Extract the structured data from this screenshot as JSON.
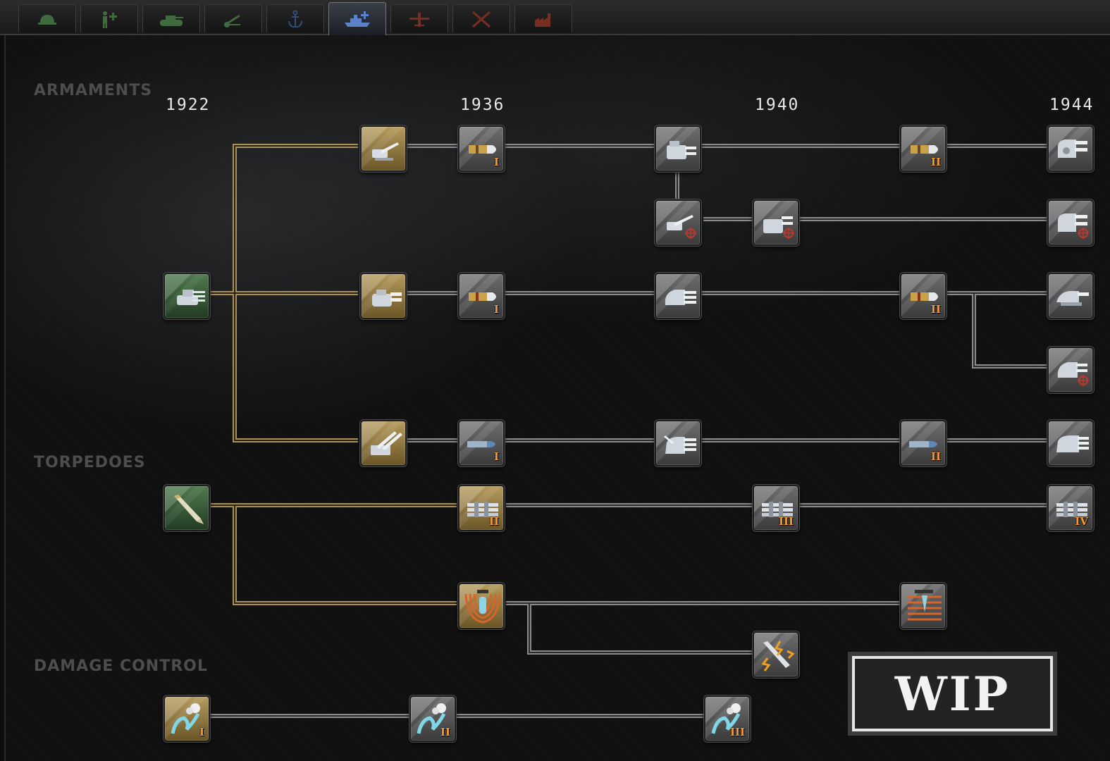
{
  "tabs": [
    {
      "icon": "infantry-helmet-icon",
      "color": "#3f6b3f"
    },
    {
      "icon": "support-soldier-icon",
      "color": "#3f6b3f"
    },
    {
      "icon": "tank-icon",
      "color": "#3f6b3f"
    },
    {
      "icon": "artillery-icon",
      "color": "#3f6b3f"
    },
    {
      "icon": "anchor-icon",
      "color": "#2f4f7a"
    },
    {
      "icon": "naval-ship-icon",
      "color": "#5b82c9",
      "active": true
    },
    {
      "icon": "aircraft-icon",
      "color": "#7a2e22"
    },
    {
      "icon": "crossed-tools-icon",
      "color": "#7a2e22"
    },
    {
      "icon": "industry-icon",
      "color": "#7a2e22"
    }
  ],
  "years": [
    "1922",
    "1936",
    "1940",
    "1944"
  ],
  "categories": {
    "armaments": "ARMAMENTS",
    "torpedoes": "TORPEDOES",
    "damage_control": "DAMAGE CONTROL"
  },
  "nodes": [
    {
      "id": "basic-battery",
      "state": "researched-root",
      "icon": "turret-icon",
      "level": ""
    },
    {
      "id": "light-gun",
      "state": "researched",
      "icon": "light-gun-icon",
      "level": ""
    },
    {
      "id": "light-shell-1",
      "state": "available",
      "icon": "shell-icon",
      "level": "I"
    },
    {
      "id": "light-gun-2",
      "state": "available",
      "icon": "light-turret-icon",
      "level": ""
    },
    {
      "id": "light-shell-2",
      "state": "available",
      "icon": "shell-icon",
      "level": "II"
    },
    {
      "id": "light-gun-3",
      "state": "available",
      "icon": "dual-turret-icon",
      "level": ""
    },
    {
      "id": "light-dp-gun-1",
      "state": "available",
      "icon": "dp-gun-icon",
      "level": ""
    },
    {
      "id": "light-dp-gun-2",
      "state": "available",
      "icon": "dp-turret-icon",
      "level": ""
    },
    {
      "id": "light-dp-gun-3",
      "state": "available",
      "icon": "dp-dual-turret-icon",
      "level": ""
    },
    {
      "id": "medium-gun",
      "state": "researched",
      "icon": "medium-turret-icon",
      "level": ""
    },
    {
      "id": "medium-shell-1",
      "state": "available",
      "icon": "shell-icon",
      "level": "I"
    },
    {
      "id": "medium-gun-2",
      "state": "available",
      "icon": "medium-turret-icon",
      "level": ""
    },
    {
      "id": "medium-shell-2",
      "state": "available",
      "icon": "shell-icon",
      "level": "II"
    },
    {
      "id": "medium-gun-3",
      "state": "available",
      "icon": "medium-turret-icon",
      "level": ""
    },
    {
      "id": "medium-dp-gun",
      "state": "available",
      "icon": "dp-turret-icon",
      "level": ""
    },
    {
      "id": "heavy-gun",
      "state": "researched",
      "icon": "heavy-twin-gun-icon",
      "level": ""
    },
    {
      "id": "heavy-shell-1",
      "state": "available",
      "icon": "heavy-shell-icon",
      "level": "I"
    },
    {
      "id": "heavy-gun-2",
      "state": "available",
      "icon": "triple-turret-icon",
      "level": ""
    },
    {
      "id": "heavy-shell-2",
      "state": "available",
      "icon": "heavy-shell-icon",
      "level": "II"
    },
    {
      "id": "heavy-gun-3",
      "state": "available",
      "icon": "heavy-turret-icon",
      "level": ""
    },
    {
      "id": "basic-torpedo",
      "state": "researched-root",
      "icon": "torpedo-icon",
      "level": ""
    },
    {
      "id": "torpedo-launcher-2",
      "state": "researched",
      "icon": "torpedo-launcher-icon",
      "level": "II"
    },
    {
      "id": "torpedo-launcher-3",
      "state": "available",
      "icon": "torpedo-launcher-icon",
      "level": "III"
    },
    {
      "id": "torpedo-launcher-4",
      "state": "available",
      "icon": "torpedo-launcher-icon",
      "level": "IV"
    },
    {
      "id": "depth-charges",
      "state": "researched",
      "icon": "depth-charge-icon",
      "level": ""
    },
    {
      "id": "depth-charges-2",
      "state": "available",
      "icon": "depth-charge-icon",
      "level": ""
    },
    {
      "id": "magnetic-torpedo",
      "state": "available",
      "icon": "magnetic-torpedo-icon",
      "level": ""
    },
    {
      "id": "damage-control-1",
      "state": "researched",
      "icon": "damage-control-icon",
      "level": "I"
    },
    {
      "id": "damage-control-2",
      "state": "available",
      "icon": "damage-control-icon",
      "level": "II"
    },
    {
      "id": "damage-control-3",
      "state": "available",
      "icon": "damage-control-icon",
      "level": "III"
    }
  ],
  "wip_label": "WIP",
  "colors": {
    "researched_line": "#a8905c",
    "available_line": "#8a8a8a",
    "level_numeral": "#f39a2c"
  }
}
